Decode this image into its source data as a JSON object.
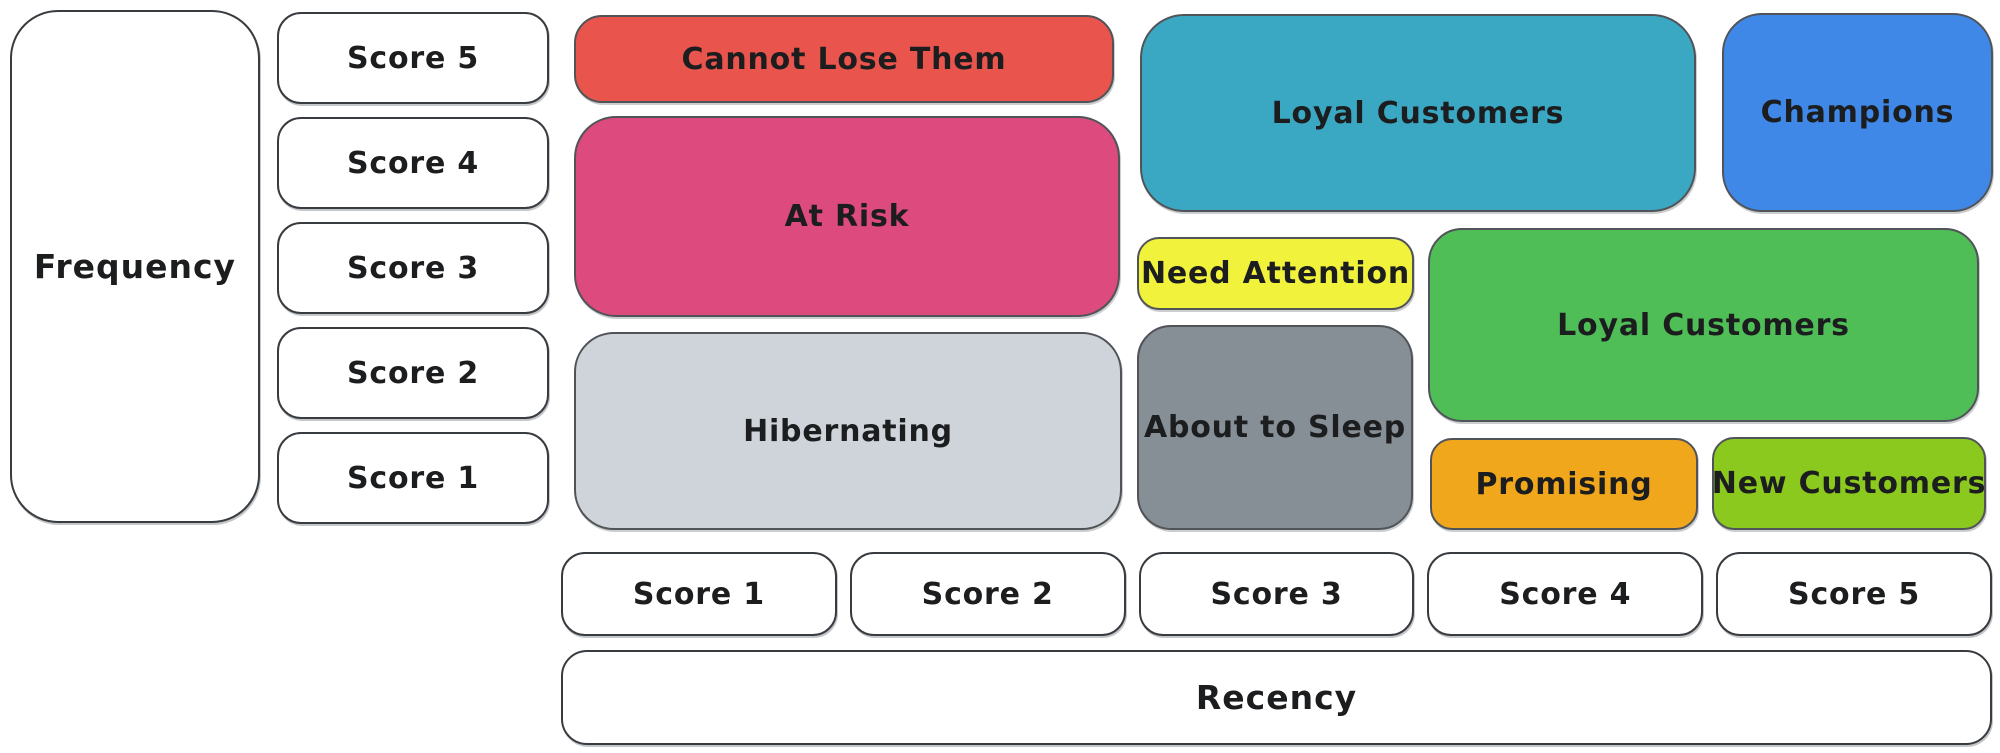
{
  "diagram": {
    "background": "#ffffff",
    "stroke": "#383b3f",
    "text_color": "#1c1d1f"
  },
  "axes": {
    "frequency": {
      "label": "Frequency",
      "scores": [
        "Score 5",
        "Score 4",
        "Score 3",
        "Score 2",
        "Score 1"
      ]
    },
    "recency": {
      "label": "Recency",
      "scores": [
        "Score 1",
        "Score 2",
        "Score 3",
        "Score 4",
        "Score 5"
      ]
    }
  },
  "segments": [
    {
      "label": "Cannot Lose Them",
      "color": "#e9544d",
      "recency_span": "1-2",
      "frequency_span": "5"
    },
    {
      "label": "At Risk",
      "color": "#dd4a7d",
      "recency_span": "1-2",
      "frequency_span": "3-4"
    },
    {
      "label": "Hibernating",
      "color": "#ced4da",
      "recency_span": "1-2",
      "frequency_span": "1-2"
    },
    {
      "label": "Loyal Customers",
      "color": "#3ba8c3",
      "recency_span": "3-4",
      "frequency_span": "4-5"
    },
    {
      "label": "Champions",
      "color": "#3f88e7",
      "recency_span": "5",
      "frequency_span": "4-5"
    },
    {
      "label": "Need Attention",
      "color": "#f1f23b",
      "recency_span": "3",
      "frequency_span": "3"
    },
    {
      "label": "Loyal Customers",
      "color": "#4fbe56",
      "recency_span": "4-5",
      "frequency_span": "2-3"
    },
    {
      "label": "About to Sleep",
      "color": "#868e96",
      "recency_span": "3",
      "frequency_span": "1-2"
    },
    {
      "label": "Promising",
      "color": "#f1a71c",
      "recency_span": "4",
      "frequency_span": "1"
    },
    {
      "label": "New Customers",
      "color": "#8cc91e",
      "recency_span": "5",
      "frequency_span": "1"
    }
  ]
}
